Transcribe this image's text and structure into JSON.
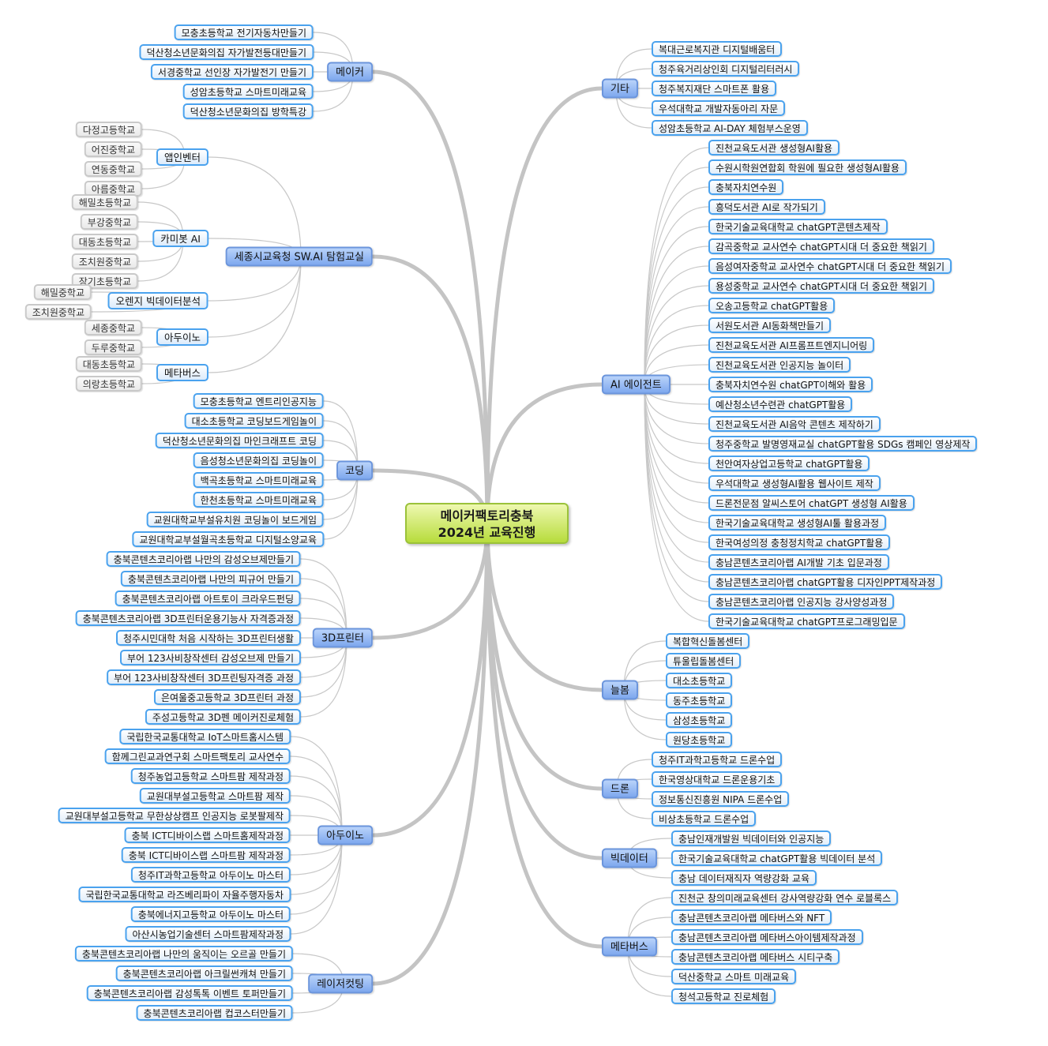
{
  "center": {
    "line1": "메이커팩토리충북",
    "line2": "2024년 교육진행"
  },
  "left": [
    {
      "label": "메이커",
      "items": [
        "모충초등학교 전기자동차만들기",
        "덕산청소년문화의집 자가발전등대만들기",
        "서경중학교 선인장 자가발전기 만들기",
        "성암초등학교 스마트미래교육",
        "덕산청소년문화의집 방학특강"
      ]
    },
    {
      "label": "세종시교육청 SW.AI 탐험교실",
      "subgroups": [
        {
          "label": "앱인벤터",
          "items": [
            "다정고등학교",
            "어진중학교",
            "연동중학교",
            "아름중학교"
          ]
        },
        {
          "label": "카미봇 AI",
          "items": [
            "해밀초등학교",
            "부강중학교",
            "대동초등학교",
            "조치원중학교",
            "장기초등학교"
          ]
        },
        {
          "label": "오렌지 빅데이터분석",
          "items": [
            "해밀중학교",
            "조치원중학교"
          ]
        },
        {
          "label": "아두이노",
          "items": [
            "세종중학교",
            "두루중학교"
          ]
        },
        {
          "label": "메타버스",
          "items": [
            "대동초등학교",
            "의랑초등학교"
          ]
        }
      ]
    },
    {
      "label": "코딩",
      "items": [
        "모충초등학교 엔트리인공지능",
        "대소초등학교 코딩보드게임놀이",
        "덕산청소년문화의집 마인크래프트 코딩",
        "음성청소년문화의집 코딩놀이",
        "백곡초등학교 스마트미래교육",
        "한천초등학교 스마트미래교육",
        "교원대학교부설유치원 코딩놀이 보드게임",
        "교원대학교부설월곡초등학교 디지털소양교육"
      ]
    },
    {
      "label": "3D프린터",
      "items": [
        "충북콘텐츠코리아랩 나만의 감성오브제만들기",
        "충북콘텐츠코리아랩 나만의 피규어 만들기",
        "충북콘텐츠코리아랩 아트토이 크라우드펀딩",
        "충북콘텐츠코리아랩 3D프린터운용기능사 자격증과정",
        "청주시민대학 처음 시작하는 3D프린터생활",
        "부어 123사비창작센터 감성오브제 만들기",
        "부어 123사비창작센터 3D프린팅자격증 과정",
        "은여울중고등학교 3D프린터 과정",
        "주성고등학교 3D펜 메이커진로체험"
      ]
    },
    {
      "label": "아두이노",
      "items": [
        "국립한국교통대학교 IoT스마트홈시스템",
        "함께그린교과연구회 스마트팩토리 교사연수",
        "청주농업고등학교 스마트팜 제작과정",
        "교원대부설고등학교 스마트팜 제작",
        "교원대부설고등학교 무한상상캠프 인공지능 로봇팔제작",
        "충북 ICT디바이스랩 스마트홈제작과정",
        "충북 ICT디바이스랩 스마트팜 제작과정",
        "청주IT과학고등학교 아두이노 마스터",
        "국립한국교통대학교 라즈베리파이 자율주행자동차",
        "충북에너지고등학교 아두이노 마스터",
        "아산시농업기술센터 스마트팜제작과정"
      ]
    },
    {
      "label": "레이저컷팅",
      "items": [
        "충북콘텐츠코리아랩 나만의 움직이는 오르골 만들기",
        "충북콘텐츠코리아랩 아크릴썬캐쳐 만들기",
        "충북콘텐츠코리아랩 감성톡톡 이벤트 토퍼만들기",
        "충북콘텐츠코리아랩 컵코스터만들기"
      ]
    }
  ],
  "right": [
    {
      "label": "기타",
      "items": [
        "복대근로복지관 디지털배움터",
        "청주육거리상인회 디지털리터러시",
        "청주복지재단 스마트폰 활용",
        "우석대학교 개발자동아리 자문",
        "성암초등학교 AI-DAY 체험부스운영"
      ]
    },
    {
      "label": "AI 에이전트",
      "items": [
        "진천교육도서관 생성형AI활용",
        "수원시학원연합회 학원에 필요한 생성형AI활용",
        "충북자치연수원",
        "흥덕도서관 AI로 작가되기",
        "한국기술교육대학교 chatGPT콘텐츠제작",
        "감곡중학교 교사연수 chatGPT시대 더 중요한 책읽기",
        "음성여자중학교 교사연수 chatGPT시대 더 중요한 책읽기",
        "용성중학교 교사연수 chatGPT시대 더 중요한 책읽기",
        "오송고등학교 chatGPT활용",
        "서원도서관 AI동화책만들기",
        "진천교육도서관 AI프롬프트엔지니어링",
        "진천교육도서관 인공지능 놀이터",
        "충북자치연수원 chatGPT이해와 활용",
        "예산청소년수련관 chatGPT활용",
        "진천교육도서관 AI음악 콘텐츠 제작하기",
        "청주중학교 발명영재교실 chatGPT활용 SDGs 캠페인 영상제작",
        "천안여자상업고등학교 chatGPT활용",
        "우석대학교 생성형AI활용 웹사이트 제작",
        "드론전문점 알씨스토어 chatGPT 생성형 AI활용",
        "한국기술교육대학교 생성형AI툴 활용과정",
        "한국여성의정 충청정치학교 chatGPT활용",
        "충남콘텐츠코리아랩 AI개발 기초 입문과정",
        "충남콘텐츠코리아랩 chatGPT활용 디자인PPT제작과정",
        "충남콘텐츠코리아랩 인공지능 강사양성과정",
        "한국기술교육대학교 chatGPT프로그래밍입문"
      ]
    },
    {
      "label": "늘봄",
      "items": [
        "복합혁신돌봄센터",
        "튜울립돌봄센터",
        "대소초등학교",
        "동주초등학교",
        "삼성초등학교",
        "원당초등학교"
      ]
    },
    {
      "label": "드론",
      "items": [
        "청주IT과학고등학교 드론수업",
        "한국영상대학교 드론운용기초",
        "정보통신진흥원 NIPA 드론수업",
        "비상초등학교 드론수업"
      ]
    },
    {
      "label": "빅데이터",
      "items": [
        "충남인재개발원 빅데이터와 인공지능",
        "한국기술교육대학교 chatGPT활용 빅데이터 분석",
        "충남 데이터재직자 역량강화 교육"
      ]
    },
    {
      "label": "메타버스",
      "items": [
        "진천군 창의미래교육센터 강사역량강화 연수 로블록스",
        "충남콘텐츠코리아랩 메타버스와 NFT",
        "충남콘텐츠코리아랩 메타버스아이템제작과정",
        "충남콘텐츠코리아랩 메타버스 시티구축",
        "덕산중학교 스마트 미래교육",
        "청석고등학교 진로체험"
      ]
    }
  ]
}
